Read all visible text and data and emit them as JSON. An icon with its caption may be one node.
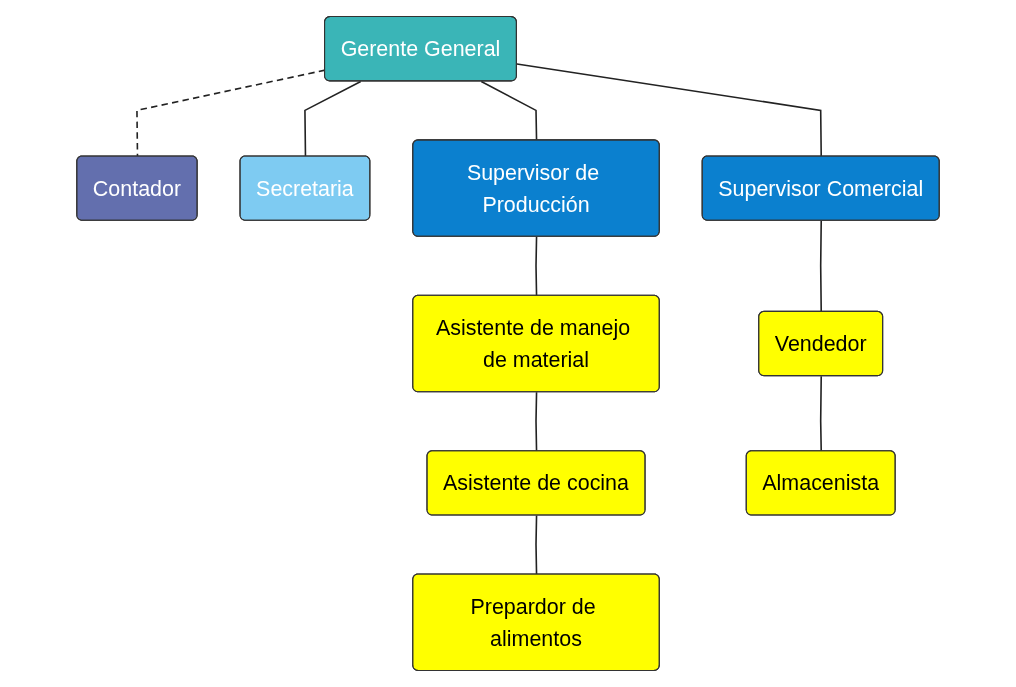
{
  "diagram": {
    "nodes": [
      {
        "text": [
          "Gerente General"
        ]
      },
      {
        "text": [
          "Contador"
        ]
      },
      {
        "text": [
          "Secretaria"
        ]
      },
      {
        "text": [
          "Supervisor de Producción"
        ]
      },
      {
        "text": [
          "Supervisor Comercial"
        ]
      },
      {
        "text": [
          "Asistente de manejo de material"
        ]
      },
      {
        "text": [
          "Asistente de cocina"
        ]
      },
      {
        "text": [
          "Prepardor de alimentos"
        ]
      },
      {
        "text": [
          "Vendedor"
        ]
      },
      {
        "text": [
          "Almacenista"
        ]
      }
    ],
    "edges": [
      {
        "from": 0,
        "to": 1,
        "arrow": "none",
        "style": "dashed"
      },
      {
        "from": 0,
        "to": 2,
        "arrow": "none"
      },
      {
        "from": 0,
        "to": 3,
        "arrow": "none"
      },
      {
        "from": 0,
        "to": 4,
        "arrow": "none"
      },
      {
        "from": 3,
        "to": 5,
        "arrow": "none"
      },
      {
        "from": 5,
        "to": 6,
        "arrow": "none"
      },
      {
        "from": 6,
        "to": 7,
        "arrow": "none"
      },
      {
        "from": 4,
        "to": 8,
        "arrow": "none"
      },
      {
        "from": 8,
        "to": 9,
        "arrow": "none"
      }
    ]
  }
}
